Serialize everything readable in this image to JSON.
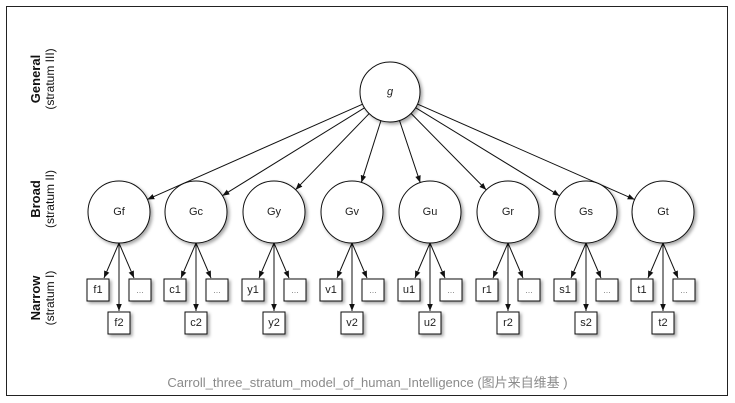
{
  "strata": [
    {
      "name": "General",
      "sub": "(stratum III)"
    },
    {
      "name": "Broad",
      "sub": "(stratum II)"
    },
    {
      "name": "Narrow",
      "sub": "(stratum I)"
    }
  ],
  "general": "g",
  "broad": [
    {
      "label": "Gf",
      "narrow": [
        "f1",
        "f2",
        "..."
      ]
    },
    {
      "label": "Gc",
      "narrow": [
        "c1",
        "c2",
        "..."
      ]
    },
    {
      "label": "Gy",
      "narrow": [
        "y1",
        "y2",
        "..."
      ]
    },
    {
      "label": "Gv",
      "narrow": [
        "v1",
        "v2",
        "..."
      ]
    },
    {
      "label": "Gu",
      "narrow": [
        "u1",
        "u2",
        "..."
      ]
    },
    {
      "label": "Gr",
      "narrow": [
        "r1",
        "r2",
        "..."
      ]
    },
    {
      "label": "Gs",
      "narrow": [
        "s1",
        "s2",
        "..."
      ]
    },
    {
      "label": "Gt",
      "narrow": [
        "t1",
        "t2",
        "..."
      ]
    }
  ],
  "caption": "Carroll_three_stratum_model_of_human_Intelligence (图片来自维基 )"
}
